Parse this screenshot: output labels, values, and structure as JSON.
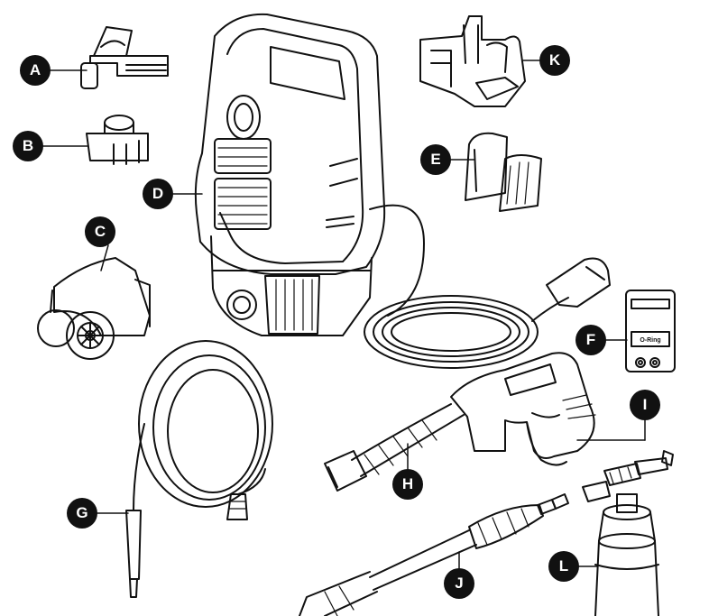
{
  "labels": {
    "A": "A",
    "B": "B",
    "C": "C",
    "D": "D",
    "E": "E",
    "F": "F",
    "G": "G",
    "H": "H",
    "I": "I",
    "J": "J",
    "K": "K",
    "L": "L"
  },
  "oring_card_text": "O-Ring",
  "colors": {
    "ink": "#111111",
    "paper": "#ffffff",
    "shade": "#dddddd"
  }
}
